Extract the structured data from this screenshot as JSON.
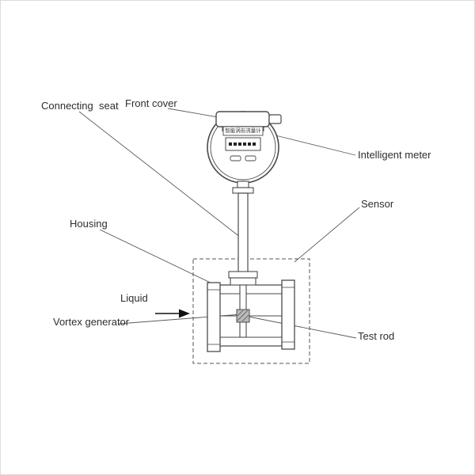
{
  "diagram": {
    "display_text": "智能涡街流量计",
    "labels": {
      "connecting_seat": "Connecting  seat",
      "front_cover": "Front cover",
      "intelligent_meter": "Intelligent meter",
      "sensor": "Sensor",
      "housing": "Housing",
      "liquid": "Liquid",
      "vortex_generator": "Vortex generator",
      "test_rod": "Test rod"
    },
    "colors": {
      "line": "#4a4a4a",
      "thin_line": "#5a5a5a",
      "label_text": "#2e2e2e",
      "background": "#ffffff",
      "generator_fill": "#b9b9b9"
    }
  }
}
